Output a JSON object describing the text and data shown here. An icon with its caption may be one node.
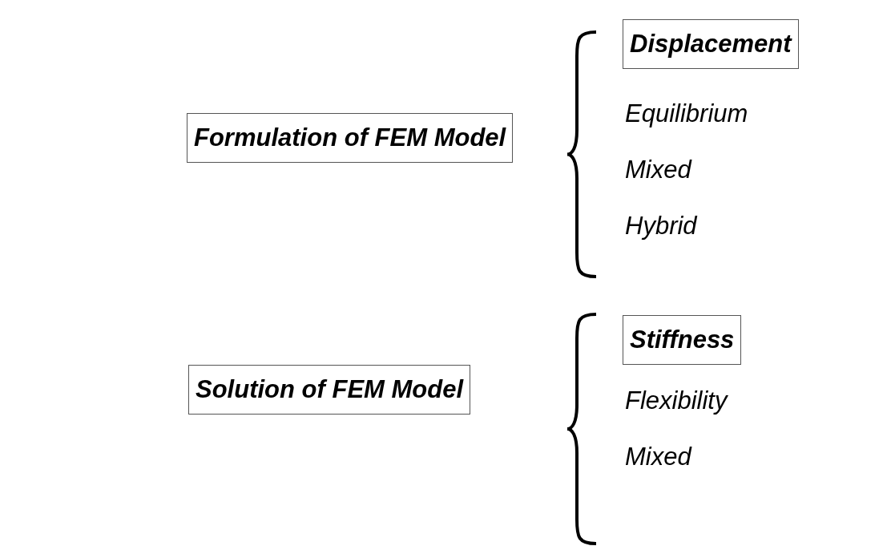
{
  "diagram": {
    "nodes": [
      {
        "text": [
          "Formulation of FEM Model"
        ]
      },
      {
        "text": [
          "Displacement"
        ]
      },
      {
        "text": [
          "Solution of FEM Model"
        ]
      },
      {
        "text": [
          "Stiffness"
        ]
      }
    ],
    "labels": [
      "Equilibrium",
      "Mixed",
      "Hybrid",
      "Flexibility",
      "Mixed"
    ]
  }
}
